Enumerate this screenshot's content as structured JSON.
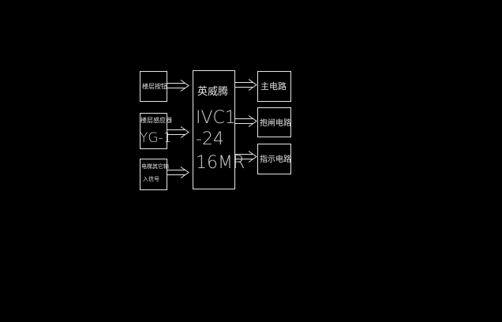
{
  "inputs": [
    {
      "lines": [
        "楼层按钮"
      ]
    },
    {
      "lines": [
        "楼层感应器",
        "YG-1"
      ]
    },
    {
      "lines": [
        "电梯其它输",
        "入信号"
      ]
    }
  ],
  "controller": {
    "brand": "英威腾",
    "model_lines": [
      "IVC1",
      "-24",
      "16MR"
    ]
  },
  "outputs": [
    {
      "label": "主电路"
    },
    {
      "label": "抱闸电路"
    },
    {
      "label": "指示电路"
    }
  ]
}
